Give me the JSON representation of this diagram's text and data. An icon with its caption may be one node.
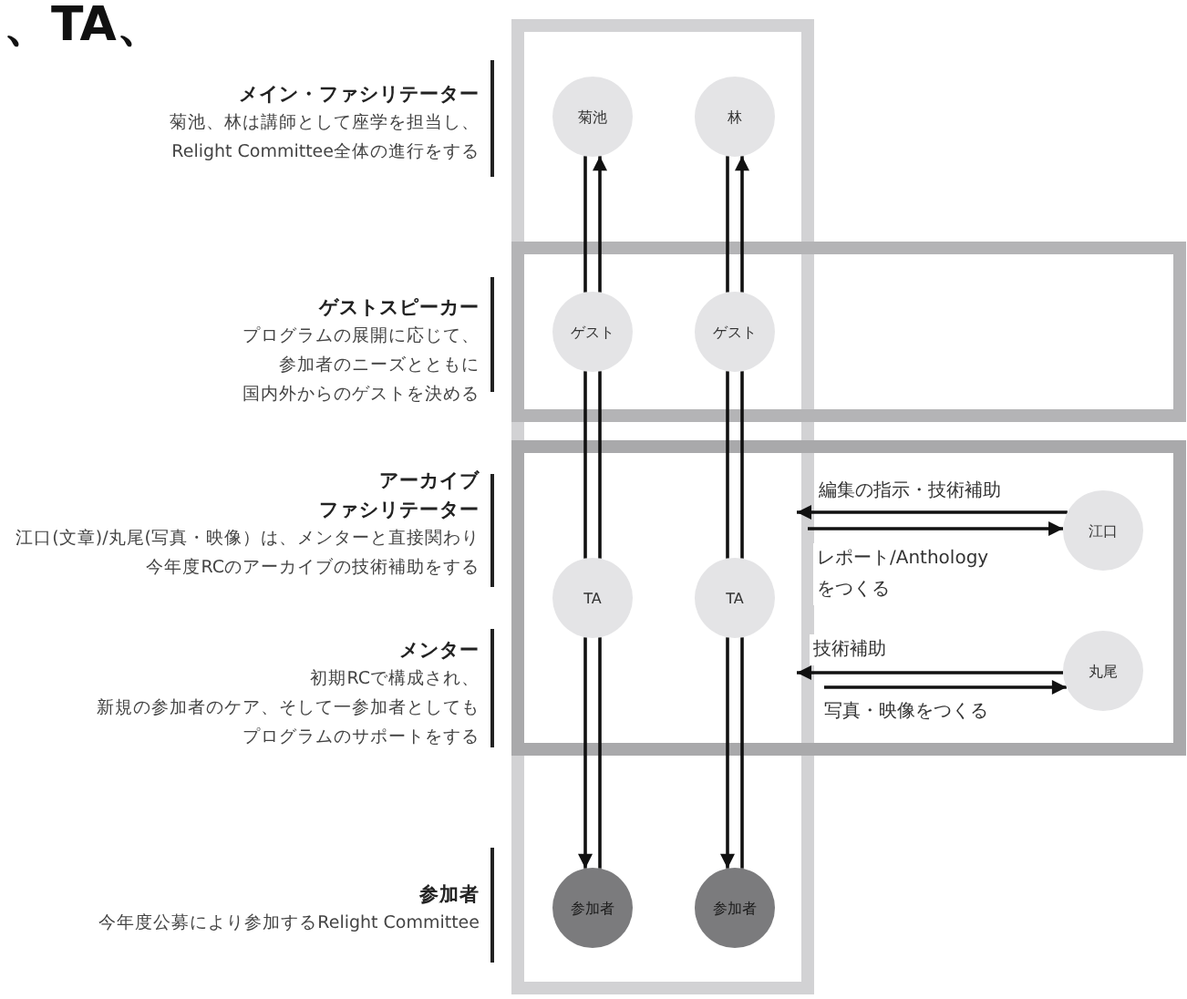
{
  "diagram": {
    "title": "、TA、",
    "nodes": [
      {
        "text": [
          "菊池"
        ]
      },
      {
        "text": [
          "林"
        ]
      },
      {
        "text": [
          "ゲスト"
        ]
      },
      {
        "text": [
          "ゲスト"
        ]
      },
      {
        "text": [
          "江口"
        ]
      },
      {
        "text": [
          "TA"
        ]
      },
      {
        "text": [
          "TA"
        ]
      },
      {
        "text": [
          "丸尾"
        ]
      },
      {
        "text": [
          "参加者"
        ]
      },
      {
        "text": [
          "参加者"
        ]
      }
    ],
    "edges": [
      {
        "from": 0,
        "to": 2,
        "arrow": "none"
      },
      {
        "from": 2,
        "to": 0,
        "arrow": "to"
      },
      {
        "from": 1,
        "to": 3,
        "arrow": "none"
      },
      {
        "from": 3,
        "to": 1,
        "arrow": "to"
      },
      {
        "from": 2,
        "to": 5,
        "arrow": "none"
      },
      {
        "from": 2,
        "to": 5,
        "arrow": "none"
      },
      {
        "from": 3,
        "to": 6,
        "arrow": "none"
      },
      {
        "from": 3,
        "to": 6,
        "arrow": "none"
      },
      {
        "from": 5,
        "to": 8,
        "arrow": "to"
      },
      {
        "from": 8,
        "to": 5,
        "arrow": "none"
      },
      {
        "from": 6,
        "to": 9,
        "arrow": "to"
      },
      {
        "from": 9,
        "to": 6,
        "arrow": "none"
      },
      {
        "from": 4,
        "to": 6,
        "arrow": "to",
        "label": "編集の指示・技術補助"
      },
      {
        "from": 6,
        "to": 4,
        "arrow": "to",
        "label": "レポート/Anthologyをつくる"
      },
      {
        "from": 7,
        "to": 6,
        "arrow": "to",
        "label": "技術補助"
      },
      {
        "from": 6,
        "to": 7,
        "arrow": "to",
        "label": "写真・映像をつくる"
      }
    ],
    "labels": [
      "メイン・ファシリテーター",
      "菊池、林は講師として座学を担当し、Relight Committee全体の進行をする",
      "ゲストスピーカー",
      "プログラムの展開に応じて、参加者のニーズとともに国内外からのゲストを決める",
      "アーカイブファシリテーター",
      "江口(文章)/丸尾(写真・映像）は、メンターと直接関わり今年度RCのアーカイブの技術補助をする",
      "メンター",
      "初期RCで構成され、新規の参加者のケア、そして一参加者としてもプログラムのサポートをする",
      "参加者",
      "今年度公募により参加するRelight Committee"
    ]
  }
}
